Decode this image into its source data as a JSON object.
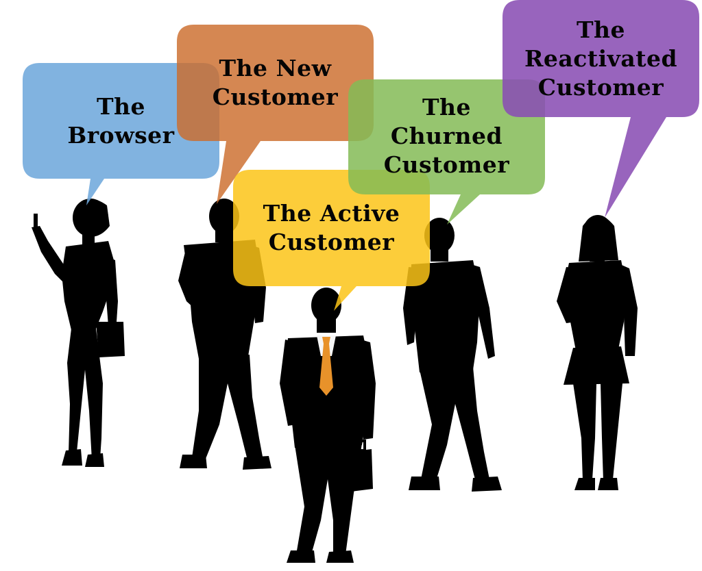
{
  "bubbles": [
    {
      "id": "browser",
      "color": "#6fa8dc",
      "lines": [
        "The",
        "Browser"
      ]
    },
    {
      "id": "new",
      "color": "#cc6d2c",
      "lines": [
        "The New",
        "Customer"
      ]
    },
    {
      "id": "active",
      "color": "#fcc418",
      "lines": [
        "The Active",
        "Customer"
      ]
    },
    {
      "id": "churned",
      "color": "#84bb56",
      "lines": [
        "The",
        "Churned",
        "Customer"
      ]
    },
    {
      "id": "reactivated",
      "color": "#8a4fb4",
      "lines": [
        "The",
        "Reactivated",
        "Customer"
      ]
    }
  ],
  "figures": [
    {
      "id": "woman-with-phone",
      "icon": "woman-phone-silhouette"
    },
    {
      "id": "man-hand-on-hip",
      "icon": "man-silhouette"
    },
    {
      "id": "businessman",
      "icon": "businessman-silhouette",
      "tie_color": "#e8922a"
    },
    {
      "id": "man-walking",
      "icon": "man-silhouette"
    },
    {
      "id": "woman-standing",
      "icon": "woman-silhouette"
    }
  ]
}
